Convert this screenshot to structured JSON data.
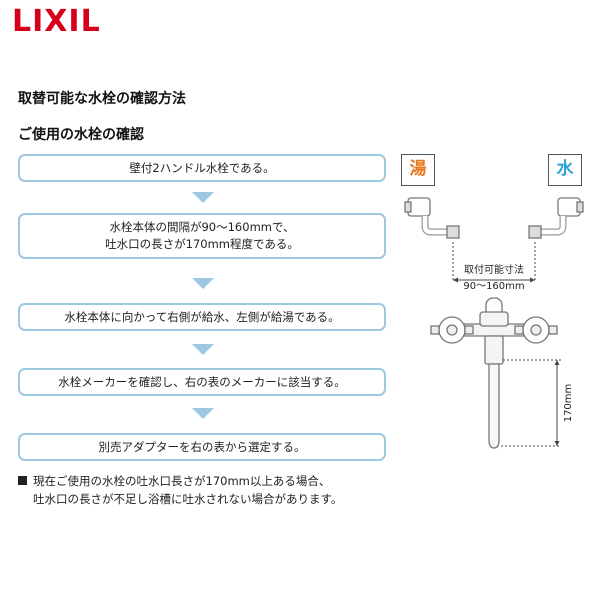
{
  "brand": {
    "logo_text": "LIXIL"
  },
  "title": "取替可能な水栓の確認方法",
  "subtitle": "ご使用の水栓の確認",
  "steps": [
    {
      "lines": [
        "壁付2ハンドル水栓である。"
      ]
    },
    {
      "lines": [
        "水栓本体の間隔が90～160mmで、",
        "吐水口の長さが170mm程度である。"
      ]
    },
    {
      "lines": [
        "水栓本体に向かって右側が給水、左側が給湯である。"
      ]
    },
    {
      "lines": [
        "水栓メーカーを確認し、右の表のメーカーに該当する。"
      ]
    },
    {
      "lines": [
        "別売アダプターを右の表から選定する。"
      ]
    }
  ],
  "note": {
    "line1": "現在ご使用の水栓の吐水口長さが170mm以上ある場合、",
    "line2": "吐水口の長さが不足し浴槽に吐水されない場合があります。"
  },
  "figure": {
    "hot_label": "湯",
    "cold_label": "水",
    "mount_label": "取付可能寸法",
    "mount_range": "90～160mm",
    "spout_length": "170mm"
  },
  "colors": {
    "brand_red": "#d6001c",
    "step_border": "#9cc8e2",
    "hot": "#e8791e",
    "cold": "#2aa2d8"
  }
}
